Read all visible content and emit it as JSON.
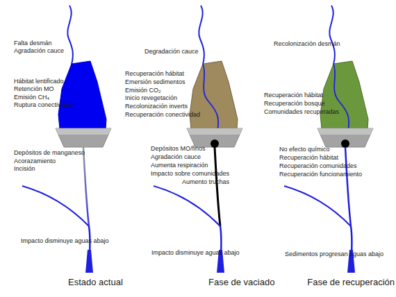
{
  "diagram": {
    "labels": [
      "Falta desmán",
      "Agradación cauce",
      "Hábitat lentificado",
      "Retención MO",
      "Emisión CH₄",
      "Ruptura conectividad",
      "Depósitos de manganeso",
      "Acorazamiento",
      "Incisión",
      "Impacto disminuye aguas abajo",
      "Degradación cauce",
      "Recuperación hábitat",
      "Emersión sedimentos",
      "Emisión CO₂",
      "Inicio revegetación",
      "Recolonización inverts",
      "Recuperación conectividad",
      "Depósitos MO/finos",
      "Agradación cauce",
      "Aumenta respiración",
      "Impacto sobre comunidades",
      "Aumento truchas",
      "Impacto disminuye aguas abajo",
      "Recolonización desmán",
      "Recuperación hábitat",
      "Recuperación bosque",
      "Comunidades recuperadas",
      "No efecto químico",
      "Recuperación hábitat",
      "Recuperación comunidades",
      "Recuperación funcionamiento",
      "Sedimentos progresan aguas abajo",
      "Estado actual",
      "Fase de vaciado",
      "Fase de recuperación"
    ]
  }
}
